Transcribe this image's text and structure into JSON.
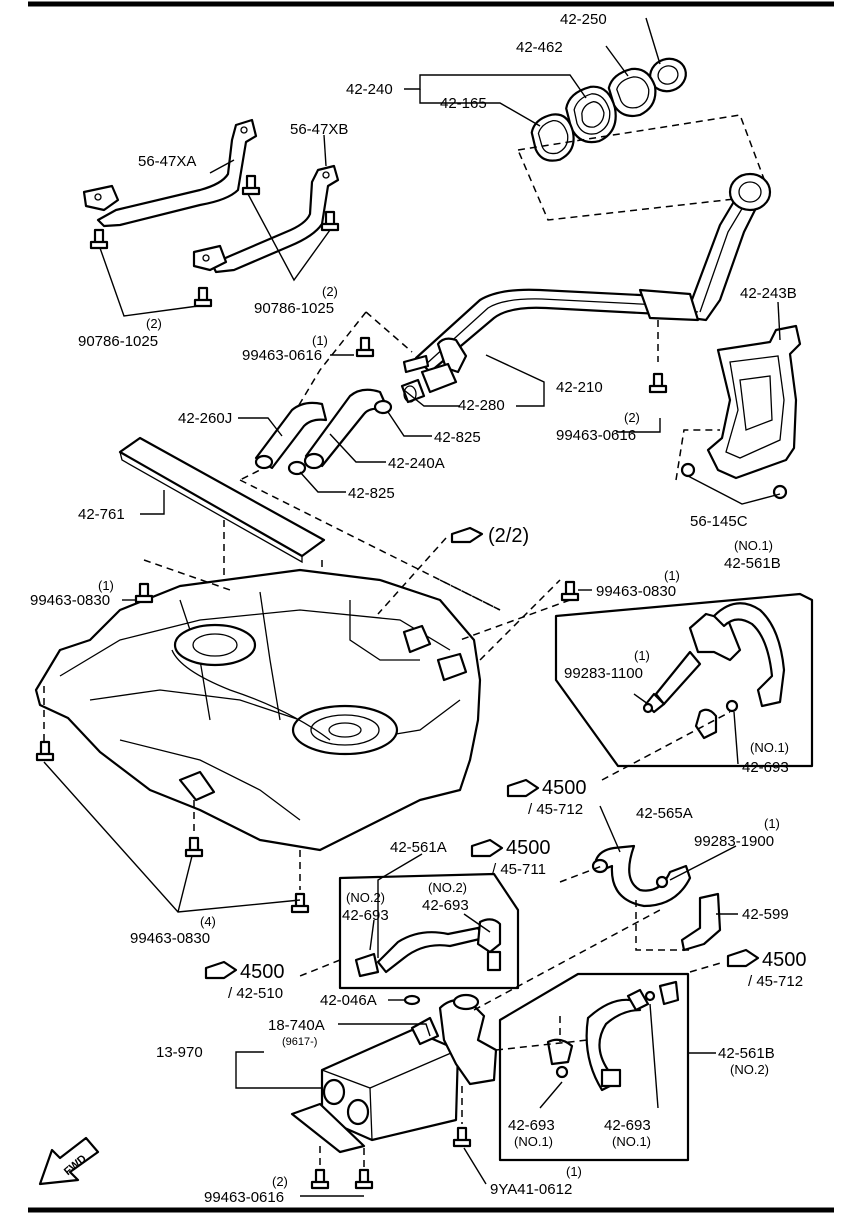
{
  "labels": {
    "p42_250": "42-250",
    "p42_462": "42-462",
    "p42_240": "42-240",
    "p42_165": "42-165",
    "p56_47xa": "56-47XA",
    "p56_47xb": "56-47XB",
    "p90786_1025_a_qty": "(2)",
    "p90786_1025_a": "90786-1025",
    "p90786_1025_b_qty": "(2)",
    "p90786_1025_b": "90786-1025",
    "p99463_0616_a_qty": "(1)",
    "p99463_0616_a": "99463-0616",
    "p42_210": "42-210",
    "p42_280": "42-280",
    "p42_243b": "42-243B",
    "p42_260j": "42-260J",
    "p42_825_a": "42-825",
    "p99463_0616_b_qty": "(2)",
    "p99463_0616_b": "99463-0616",
    "p42_240a": "42-240A",
    "p42_825_b": "42-825",
    "p42_761": "42-761",
    "p56_145c": "56-145C",
    "ref_2_2": "(2/2)",
    "no1_top": "(NO.1)",
    "p42_561b_top": "42-561B",
    "p99463_0830_a_qty": "(1)",
    "p99463_0830_a": "99463-0830",
    "p99463_0830_b_qty": "(1)",
    "p99463_0830_b": "99463-0830",
    "p99283_1100_qty": "(1)",
    "p99283_1100": "99283-1100",
    "no1_693": "(NO.1)",
    "p42_693_right": "42-693",
    "ref4500_a": "4500",
    "ref45712_a": "/ 45-712",
    "p42_561a": "42-561A",
    "ref4500_b": "4500",
    "ref45711": "/ 45-711",
    "p42_565a": "42-565A",
    "p99283_1900_qty": "(1)",
    "p99283_1900": "99283-1900",
    "no2_a": "(NO.2)",
    "p42_693_a": "42-693",
    "no2_b": "(NO.2)",
    "p42_693_b": "42-693",
    "p42_599": "42-599",
    "p99463_0830_c_qty": "(4)",
    "p99463_0830_c": "99463-0830",
    "ref4500_c": "4500",
    "ref42510": "/ 42-510",
    "ref4500_d": "4500",
    "ref45712_b": "/ 45-712",
    "p42_046a": "42-046A",
    "p18_740a": "18-740A",
    "p18_740a_sub": "(9617-)",
    "p13_970": "13-970",
    "p42_561b_bot": "42-561B",
    "no2_bot": "(NO.2)",
    "p42_693_c": "42-693",
    "no1_c": "(NO.1)",
    "p42_693_d": "42-693",
    "no1_d": "(NO.1)",
    "p99463_0616_c_qty": "(2)",
    "p99463_0616_c": "99463-0616",
    "p9ya41_qty": "(1)",
    "p9ya41": "9YA41-0612",
    "fwd": "FWD"
  }
}
